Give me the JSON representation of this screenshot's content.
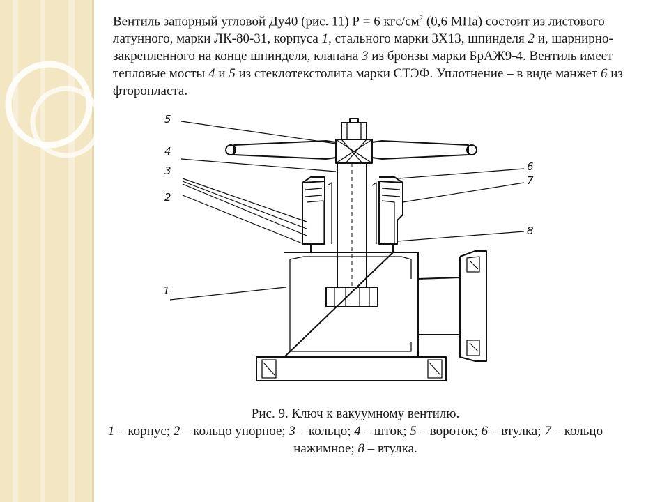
{
  "slide": {
    "description": [
      {
        "t": "Вентиль запорный угловой Ду40 (рис. 11) Р = 6 кгс/см"
      },
      {
        "t": "2",
        "sup": true
      },
      {
        "t": " (0,6 МПа) состоит из листового латунного, марки ЛК-80-31, корпуса "
      },
      {
        "t": "1",
        "i": true
      },
      {
        "t": ", стального марки 3Х13, шпинделя "
      },
      {
        "t": "2",
        "i": true
      },
      {
        "t": " и, шарнирно-закрепленного на конце шпинделя, клапана "
      },
      {
        "t": "3",
        "i": true
      },
      {
        "t": " из бронзы марки БрАЖ9-4. Вентиль имеет тепловые мосты "
      },
      {
        "t": "4",
        "i": true
      },
      {
        "t": " и "
      },
      {
        "t": "5",
        "i": true
      },
      {
        "t": " из стеклотекстолита марки СТЭФ. Уплотнение – в виде манжет "
      },
      {
        "t": "6",
        "i": true
      },
      {
        "t": " из фторопласта."
      }
    ],
    "figure": {
      "labels": [
        "5",
        "4",
        "3",
        "2",
        "1",
        "6",
        "7",
        "8"
      ]
    },
    "caption": {
      "title": "Рис. 9. Ключ к вакуумному вентилю.",
      "legend": [
        {
          "n": "1",
          "t": " – корпус; "
        },
        {
          "n": "2",
          "t": " – кольцо упорное; "
        },
        {
          "n": "3",
          "t": " – кольцо; "
        },
        {
          "n": "4",
          "t": " – шток; "
        },
        {
          "n": "5",
          "t": " – вороток; "
        },
        {
          "n": "6",
          "t": " – втулка; "
        },
        {
          "n": "7",
          "t": " – кольцо нажимное; "
        },
        {
          "n": "8",
          "t": " – втулка."
        }
      ]
    }
  },
  "colors": {
    "band": "#f3e6c2",
    "ring": "#ffffff",
    "ink": "#111111"
  }
}
